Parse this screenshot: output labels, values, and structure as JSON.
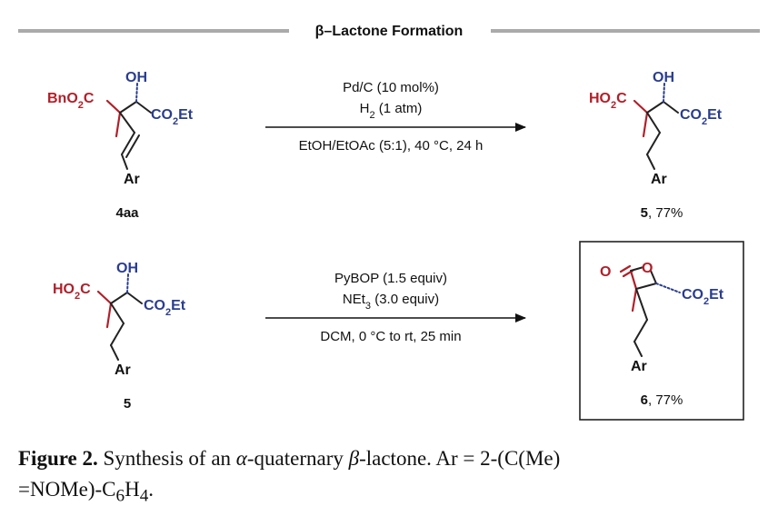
{
  "header": {
    "title": "β–Lactone Formation"
  },
  "reaction1": {
    "reagent_line1": "Pd/C (10 mol%)",
    "reagent_line2_prefix": "H",
    "reagent_line2_sub": "2",
    "reagent_line2_suffix": " (1 atm)",
    "condition": "EtOH/EtOAc (5:1), 40 °C, 24 h"
  },
  "reaction2": {
    "reagent_line1": "PyBOP (1.5 equiv)",
    "reagent_line2_prefix": "NEt",
    "reagent_line2_sub": "3",
    "reagent_line2_suffix": " (3.0 equiv)",
    "condition": "DCM, 0 °C to rt, 25 min"
  },
  "compounds": {
    "c4aa": {
      "label": "4aa"
    },
    "c5a": {
      "label": "5",
      "yield": ", 77%"
    },
    "c5b": {
      "label": "5"
    },
    "c6": {
      "label": "6",
      "yield": ", 77%"
    }
  },
  "atoms": {
    "oh": "OH",
    "ar": "Ar",
    "bno2c_prefix": "BnO",
    "ho2c_prefix": "HO",
    "c_suffix": "C",
    "co2et_prefix": "CO",
    "et_suffix": "Et",
    "sub2": "2",
    "o_ring": "O",
    "o_carbonyl": "O"
  },
  "caption": {
    "fig_label": "Figure 2.",
    "text_a": " Synthesis of an ",
    "alpha": "α",
    "text_b": "-quaternary ",
    "beta": "β",
    "text_c": "-lactone. Ar = 2-(C(Me)",
    "text_d": "=NOMe)-C",
    "sub6": "6",
    "text_e": "H",
    "sub4": "4",
    "text_f": "."
  },
  "colors": {
    "red": "#b0202a",
    "blue": "#2a3d8f"
  }
}
